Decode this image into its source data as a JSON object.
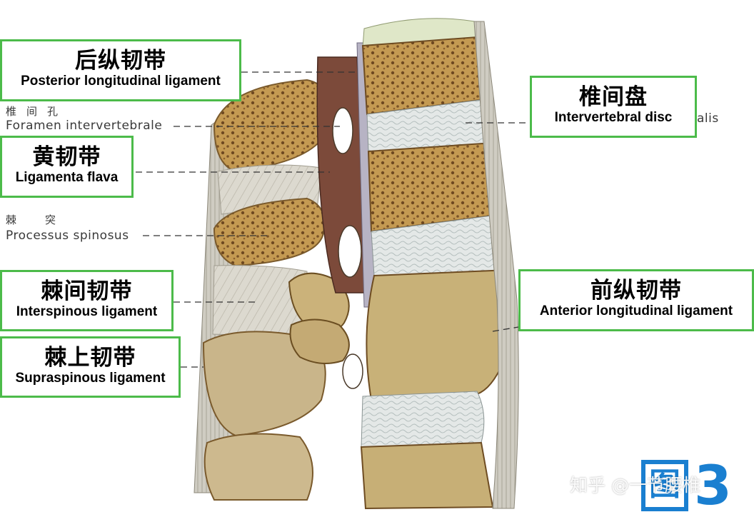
{
  "labels": {
    "posterior_longitudinal": {
      "zh": "后纵韧带",
      "en": "Posterior longitudinal ligament"
    },
    "ligamenta_flava": {
      "zh": "黄韧带",
      "en": "Ligamenta flava"
    },
    "interspinous": {
      "zh": "棘间韧带",
      "en": "Interspinous ligament"
    },
    "supraspinous": {
      "zh": "棘上韧带",
      "en": "Supraspinous ligament"
    },
    "intervertebral_disc": {
      "zh": "椎间盘",
      "en": "Intervertebral disc"
    },
    "anterior_longitudinal": {
      "zh": "前纵韧带",
      "en": "Anterior longitudinal ligament"
    }
  },
  "plate_labels": {
    "foramen_zh": "椎间孔",
    "foramen_la": "Foramen intervertebrale",
    "spinous_zh": "棘突",
    "spinous_la": "Processus spinosus",
    "disc_la_fragment": "alis"
  },
  "watermark": "知乎 @一节腰椎",
  "figure_badge": {
    "glyph": "图",
    "number": "3"
  },
  "colors": {
    "label_border": "#4cbb4a",
    "bone": "#c9a66b",
    "disc": "#e2e6e6",
    "ligament": "#d8d6cc",
    "badge": "#1a7fd0"
  },
  "icons": {
    "figure_badge": "figure-badge-icon"
  }
}
